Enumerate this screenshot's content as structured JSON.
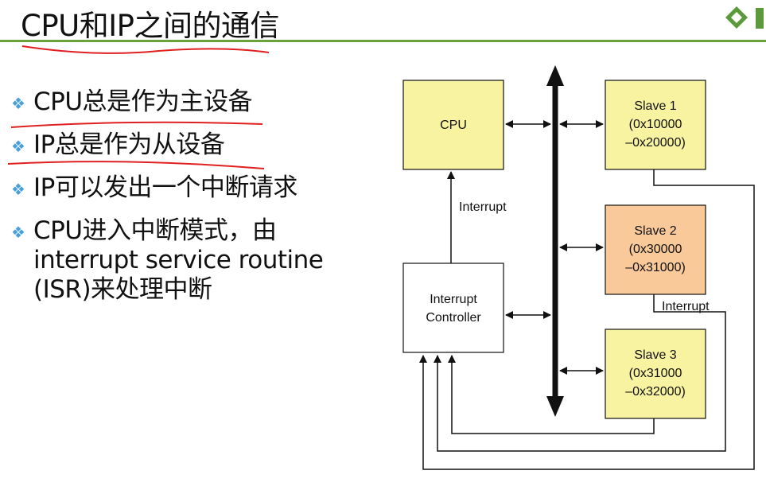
{
  "slide": {
    "title": "CPU和IP之间的通信",
    "bullets": [
      {
        "text": "CPU总是作为主设备"
      },
      {
        "text": "IP总是作为从设备"
      },
      {
        "text": "IP可以发出一个中断请求"
      },
      {
        "text": "CPU进入中断模式，由\ninterrupt service routine\n(ISR)来处理中断"
      }
    ]
  },
  "diagram": {
    "cpu": {
      "label": "CPU"
    },
    "interrupt_controller": {
      "line1": "Interrupt",
      "line2": "Controller"
    },
    "slaves": [
      {
        "line1": "Slave 1",
        "line2": "(0x10000",
        "line3": "–0x20000)"
      },
      {
        "line1": "Slave 2",
        "line2": "(0x30000",
        "line3": "–0x31000)"
      },
      {
        "line1": "Slave 3",
        "line2": "(0x31000",
        "line3": "–0x32000)"
      }
    ],
    "interrupt_label_cpu": "Interrupt",
    "interrupt_label_slave2": "Interrupt",
    "colors": {
      "cpu": "#f8f3a0",
      "slave1": "#f8f3a0",
      "slave2": "#f9c99a",
      "slave3": "#f8f3a0",
      "controller": "#ffffff"
    }
  }
}
